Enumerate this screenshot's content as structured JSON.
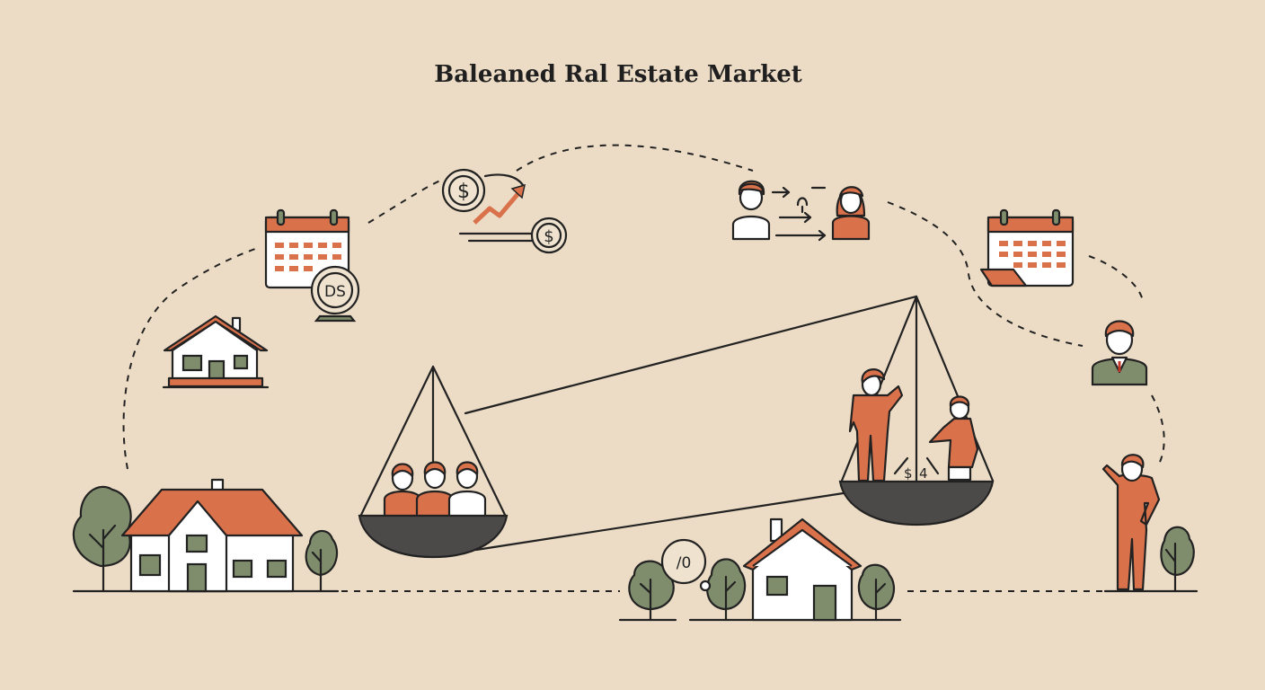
{
  "title": "Baleaned Ral Estate Market",
  "labels": {
    "coin_top_left": "$",
    "coin_bottom_right": "$",
    "calendar_coin": "DS",
    "clock": "/0",
    "scale_dollar": "$",
    "scale_number": "4"
  },
  "colors": {
    "background": "#ecdcc5",
    "accent_orange": "#d9714b",
    "tree_green": "#7f8d6c",
    "pan_grey": "#4b4a48"
  }
}
